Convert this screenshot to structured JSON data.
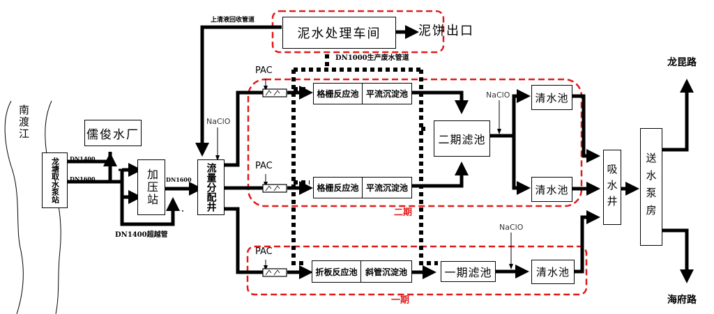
{
  "title": "Water treatment plant process flow diagram",
  "river": {
    "label": "南渡江"
  },
  "nodes": {
    "intake_pump_station": "龙塘取水泵站",
    "rujun_plant": "儒俊水厂",
    "booster_station": "加压站",
    "flow_distribution_well": "流量分配井",
    "sludge_workshop": "泥水处理车间",
    "sludge_cake_outlet": "泥饼出口",
    "phase2_line1_reaction": "格栅反应池",
    "phase2_line1_sedimentation": "平流沉淀池",
    "phase2_line2_reaction": "格栅反应池",
    "phase2_line2_sedimentation": "平流沉淀池",
    "phase2_filter": "二期滤池",
    "phase2_clearwell_top": "清水池",
    "phase2_clearwell_bottom": "清水池",
    "phase1_reaction": "折板反应池",
    "phase1_sedimentation": "斜管沉淀池",
    "phase1_filter": "一期滤池",
    "phase1_clearwell": "清水池",
    "suction_well": "吸水井",
    "delivery_pump_house": "送水泵房"
  },
  "pipes": {
    "dn1400": "DN1400",
    "dn1600_a": "DN1600",
    "dn1600_b": "DN1600",
    "bypass": "DN1400超越管",
    "supernatant_return": "上清液回收管道",
    "waste_water": "DN1000生产废水管道"
  },
  "chemicals": {
    "pac": "PAC",
    "naclo": "NaClO"
  },
  "zones": {
    "phase2": "二期",
    "phase1": "一期"
  },
  "destinations": {
    "north": "龙昆路",
    "south": "海府路"
  },
  "colors": {
    "line": "#000000",
    "zone_border": "#e01a1a"
  }
}
